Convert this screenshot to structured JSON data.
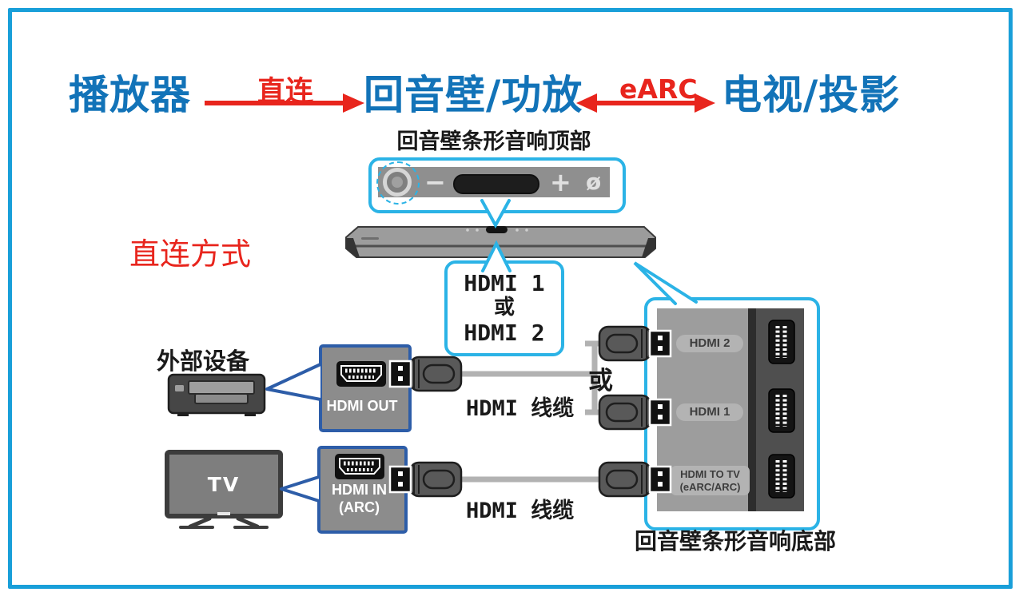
{
  "header": {
    "source": "播放器",
    "arrow1_label": "直连",
    "middle": "回音壁/功放",
    "arrow2_label": "eARC",
    "target": "电视/投影"
  },
  "mode_label": "直连方式",
  "soundbar_top": {
    "title": "回音壁条形音响顶部",
    "controls": {
      "minus": "−",
      "plus": "+",
      "mute": "ø"
    }
  },
  "hdmi_choice": {
    "line1": "HDMI 1",
    "or": "或",
    "line2": "HDMI 2"
  },
  "external_device": {
    "label": "外部设备",
    "port_label": "HDMI OUT"
  },
  "tv": {
    "screen_label": "TV",
    "port_line1": "HDMI IN",
    "port_line2": "(ARC)"
  },
  "cables": {
    "cable1_label": "HDMI 线缆",
    "cable2_label": "HDMI 线缆",
    "or": "或"
  },
  "soundbar_bottom": {
    "title": "回音壁条形音响底部",
    "ports": [
      {
        "label": "HDMI 2"
      },
      {
        "label": "HDMI 1"
      },
      {
        "label_line1": "HDMI TO TV",
        "label_line2": "(eARC/ARC)"
      }
    ]
  },
  "colors": {
    "frame_blue": "#199fd9",
    "header_blue": "#1273b8",
    "accent_red": "#e8251d",
    "callout_cyan": "#2bb3e6",
    "navy_border": "#2d5da8",
    "panel_gray": "#8c8c8c"
  }
}
